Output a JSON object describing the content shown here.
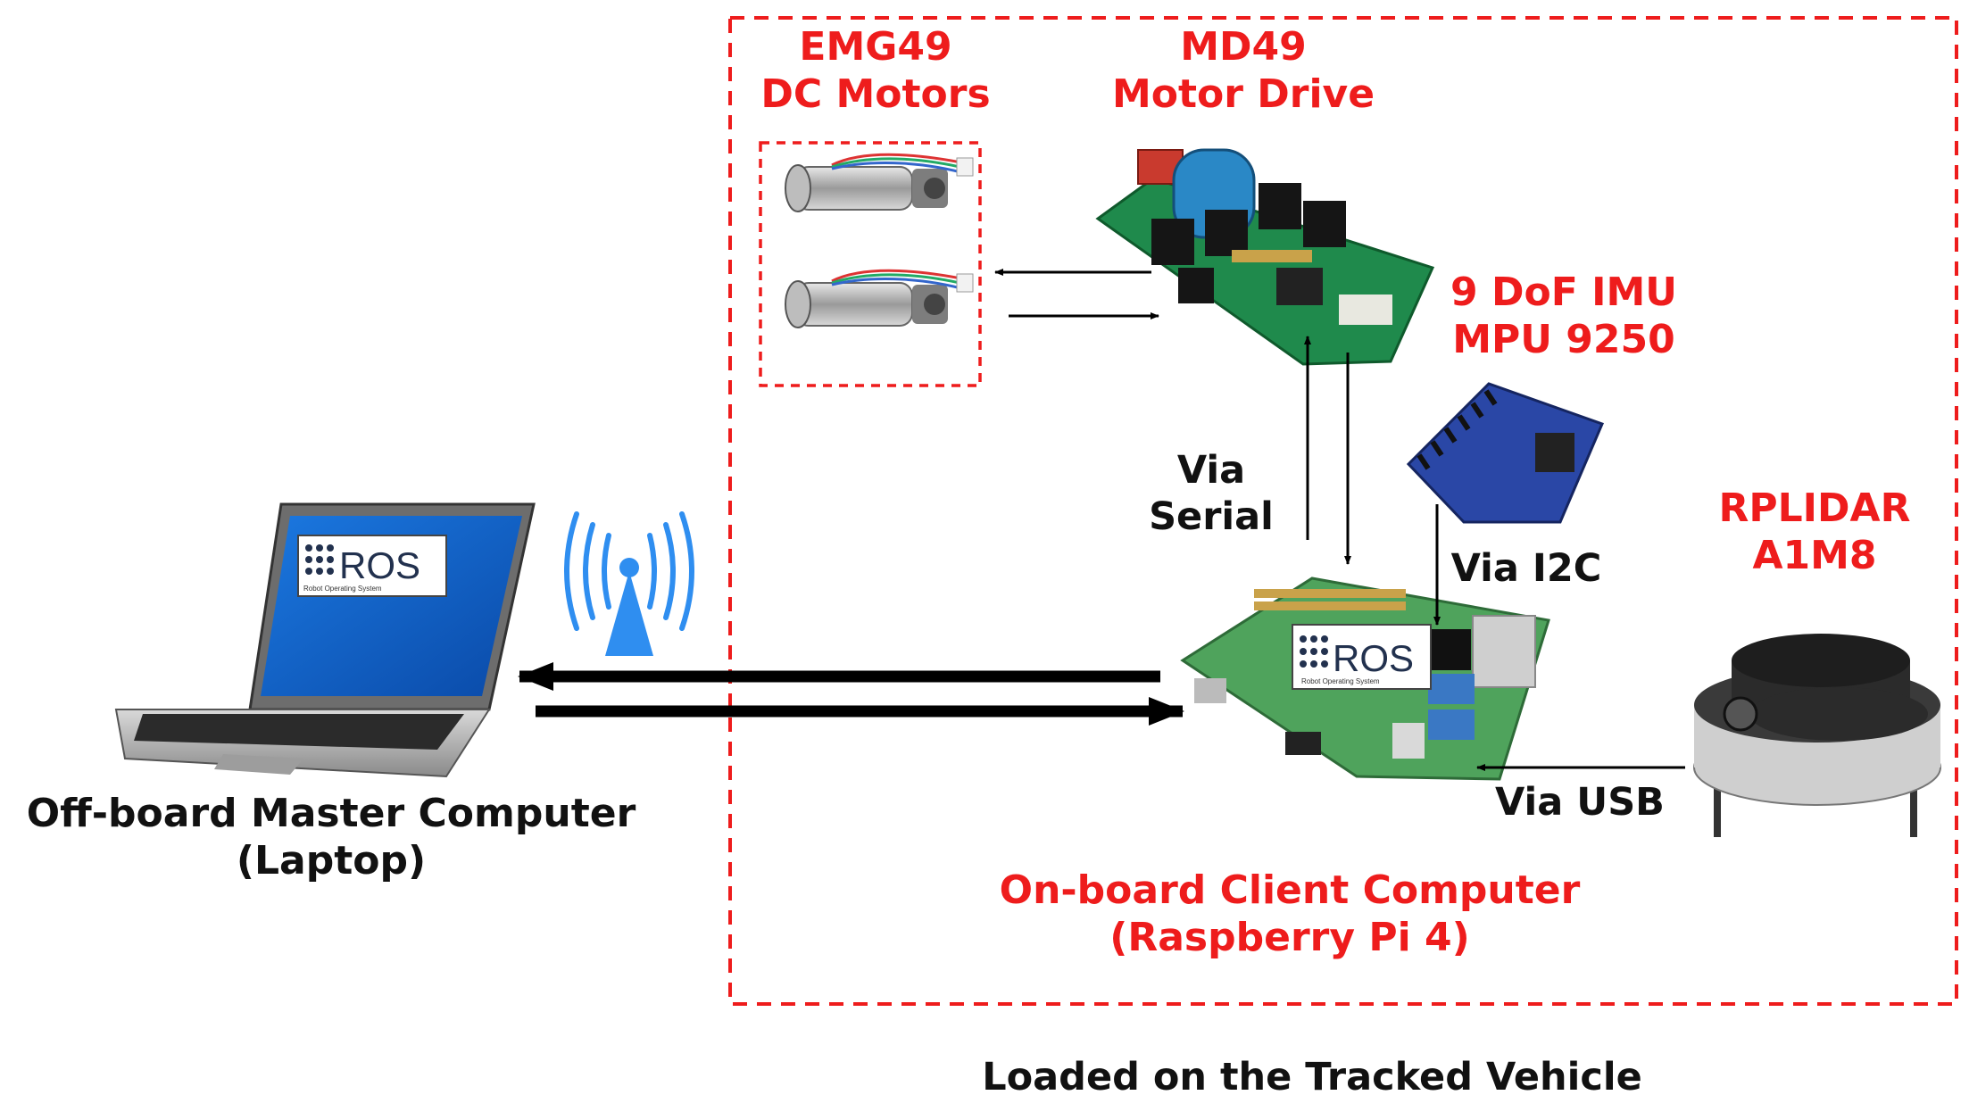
{
  "colors": {
    "accent_red": "#ee1c1c",
    "arrow_black": "#000000",
    "wifi_blue": "#2f8ef0",
    "laptop_screen": "#0a63c9"
  },
  "logos": {
    "ros_word": "ROS",
    "ros_subtitle": "Robot Operating System"
  },
  "components": {
    "motors": {
      "line1": "EMG49",
      "line2": "DC Motors"
    },
    "driver": {
      "line1": "MD49",
      "line2": "Motor Drive"
    },
    "imu": {
      "line1": "9 DoF IMU",
      "line2": "MPU 9250"
    },
    "lidar": {
      "line1": "RPLIDAR",
      "line2": "A1M8"
    },
    "client": {
      "line1": "On-board Client Computer",
      "line2": "(Raspberry Pi 4)"
    },
    "master": {
      "line1": "Off-board Master Computer",
      "line2": "(Laptop)"
    }
  },
  "links": {
    "serial": {
      "line1": "Via",
      "line2": "Serial"
    },
    "i2c": "Via I2C",
    "usb": "Via USB"
  },
  "footer": "Loaded on the Tracked Vehicle"
}
